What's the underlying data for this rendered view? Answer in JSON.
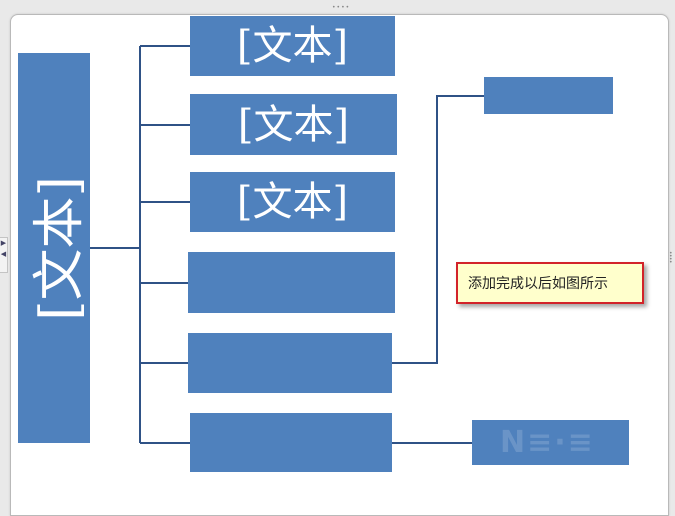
{
  "diagram": {
    "root_text": "[文本]",
    "children": [
      {
        "text": "[文本]"
      },
      {
        "text": "[文本]"
      },
      {
        "text": "[文本]"
      },
      {
        "text": ""
      },
      {
        "text": ""
      },
      {
        "text": ""
      }
    ],
    "grandchildren": [
      {
        "text": ""
      },
      {
        "text": ""
      }
    ]
  },
  "callout": {
    "text": "添加完成以后如图所示"
  },
  "colors": {
    "shape_fill": "#4f81bd",
    "connector": "#2f5286",
    "callout_border": "#d2232a",
    "callout_fill": "#ffffcc"
  }
}
